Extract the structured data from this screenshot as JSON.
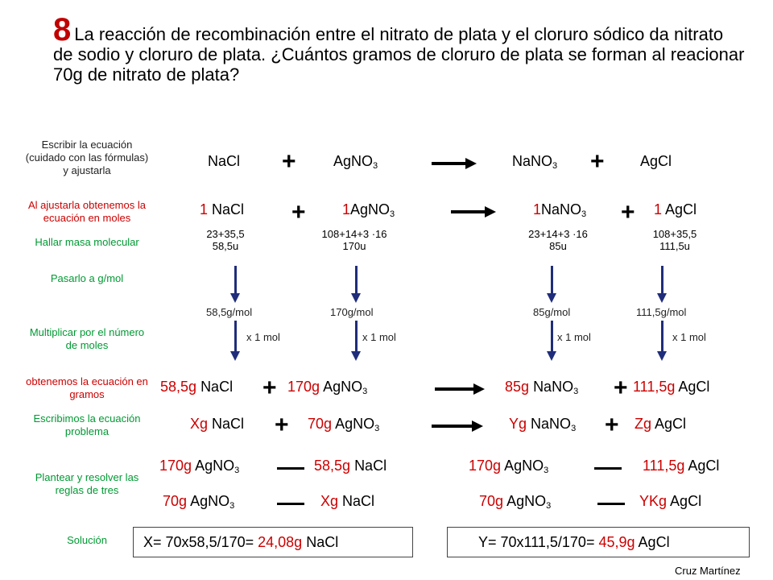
{
  "title": {
    "number": "8",
    "text": "La reacción de recombinación entre el nitrato de plata y el cloruro sódico da nitrato de sodio y cloruro de plata. ¿Cuántos gramos de cloruro de plata se forman al reacionar 70g de nitrato de plata?"
  },
  "steps": {
    "s1": "Escribir la ecuación (cuidado con las fórmulas) y ajustarla",
    "s2": "Al ajustarla obtenemos la ecuación en moles",
    "s3": "Hallar masa molecular",
    "s4": "Pasarlo a g/mol",
    "s5": "Multiplicar por el número de moles",
    "s6": "obtenemos la ecuación en gramos",
    "s7": "Escribimos la ecuación problema",
    "s8": "Plantear y resolver las reglas de tres",
    "s9": "Solución"
  },
  "formulas": {
    "nacl": "NaCl",
    "agno": "AgNO",
    "nano": "NaNO",
    "agcl": "AgCl",
    "sub3": "3",
    "plus": "+"
  },
  "moles": {
    "c1": "1",
    "c2": "1",
    "c3": "1",
    "c4": "1"
  },
  "mass_calc": {
    "nacl_sum": "23+35,5",
    "nacl_u": "58,5u",
    "agno3_sum": "108+14+3 ·16",
    "agno3_u": "170u",
    "nano3_sum": "23+14+3 ·16",
    "nano3_u": "85u",
    "agcl_sum": "108+35,5",
    "agcl_u": "111,5u"
  },
  "gmol": {
    "nacl": "58,5g/mol",
    "agno3": "170g/mol",
    "nano3": "85g/mol",
    "agcl": "111,5g/mol"
  },
  "times_mol": "x 1 mol",
  "grams": {
    "nacl": "58,5g",
    "agno3": "170g",
    "nano3": "85g",
    "agcl": "111,5g"
  },
  "problem": {
    "nacl": "Xg",
    "agno3": "70g",
    "nano3": "Yg",
    "agcl": "Zg"
  },
  "rule_left": {
    "r1a": "170g",
    "r1b": "58,5g",
    "r2a": "70g",
    "r2b": "Xg"
  },
  "rule_right": {
    "r1a": "170g",
    "r1b": "111,5g",
    "r2a": "70g",
    "r2b": "YKg"
  },
  "solution": {
    "left_expr": "X= 70x58,5/170=",
    "left_val": "24,08g",
    "left_unit": "NaCl",
    "right_expr": "Y= 70x111,5/170=",
    "right_val": "45,9g",
    "right_unit": "AgCl"
  },
  "author": "Cruz Martínez"
}
